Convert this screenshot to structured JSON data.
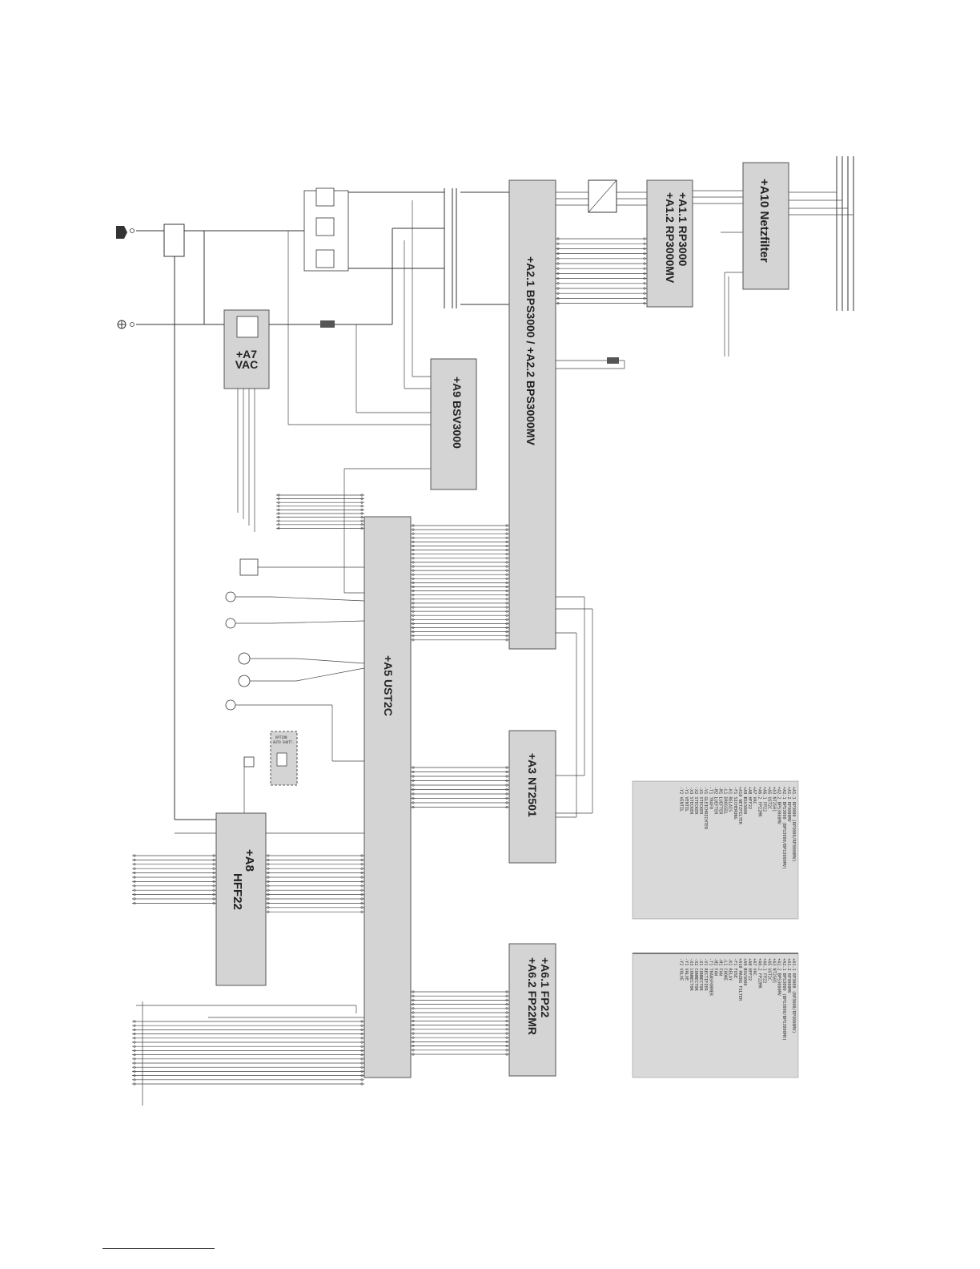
{
  "blocks": {
    "a10": {
      "line1": "+A10  Netzfilter"
    },
    "a1": {
      "line1": "+A1.1  RP3000",
      "line2": "+A1.2  RP3000MV"
    },
    "a2": {
      "line1": "+A2.1   BPS3000    /    +A2.2   BPS3000MV"
    },
    "a7": {
      "line1": "+A7",
      "line2": "VAC"
    },
    "a9": {
      "line1": "+A9   BSV3000"
    },
    "a5": {
      "line1": "+A5     UST2C"
    },
    "a3": {
      "line1": "+A3   NT2501"
    },
    "a8": {
      "line1": "+A8",
      "line2": "HFF22"
    },
    "a6": {
      "line1": "+A6.1   FP22",
      "line2": "+A6.2   FP22MR"
    }
  },
  "option_box": {
    "line1": "OPTION",
    "line2": "AUTO SHUTT."
  },
  "legends": {
    "box1": [
      "+A1.1  RP3000 (RP3000/RP3000MV)",
      "+A1.2  RP3000MV",
      "+A2.1  BPS3000 (BPS3000/BPS3000MV)",
      "+A2.2  BPS3000MV",
      "+A3    NT2501",
      "+A5    UST2C",
      "+A6.1  FP22",
      "+A6.2  FP22MR",
      "+A7    VAC",
      "+A8    HFF22",
      "+A9    BSV3000",
      "+A10   NETZFILTER",
      "-F1    SICHERUNG",
      "-K1    RELAIS",
      "-L1    DROSSEL",
      "-M1    LUEFTER",
      "-M2    LUEFTER",
      "-T1    TRAFO",
      "-V1    GLEICHRICHTER",
      "-X1    STECKER",
      "-X2    STECKER",
      "-X3    STECKER",
      "-Y1    VENTIL",
      "-Y2    VENTIL"
    ],
    "box2": [
      "+A1.1  RP3000 (RP3000/RP3000MV)",
      "+A1.2  RP3000MV",
      "+A2.1  BPS3000 (BPS3000/BPS3000MV)",
      "+A2.2  BPS3000MV",
      "+A3    NT2501",
      "+A5    UST2C",
      "+A6.1  FP22",
      "+A6.2  FP22MR",
      "+A7    VAC",
      "+A8    HFF22",
      "+A9    BSV3000",
      "+A10   MAINS FILTER",
      "-F1    FUSE",
      "-K1    RELAY",
      "-L1    CHOKE",
      "-M1    FAN",
      "-M2    FAN",
      "-T1    TRANSFORMER",
      "-V1    RECTIFIER",
      "-X1    CONNECTOR",
      "-X2    CONNECTOR",
      "-X3    CONNECTOR",
      "-Y1    VALVE",
      "-Y2    VALVE"
    ]
  },
  "colors": {
    "block_fill": "#d4d4d4",
    "wire": "#333333",
    "legend_fill": "#d9d9d9"
  }
}
